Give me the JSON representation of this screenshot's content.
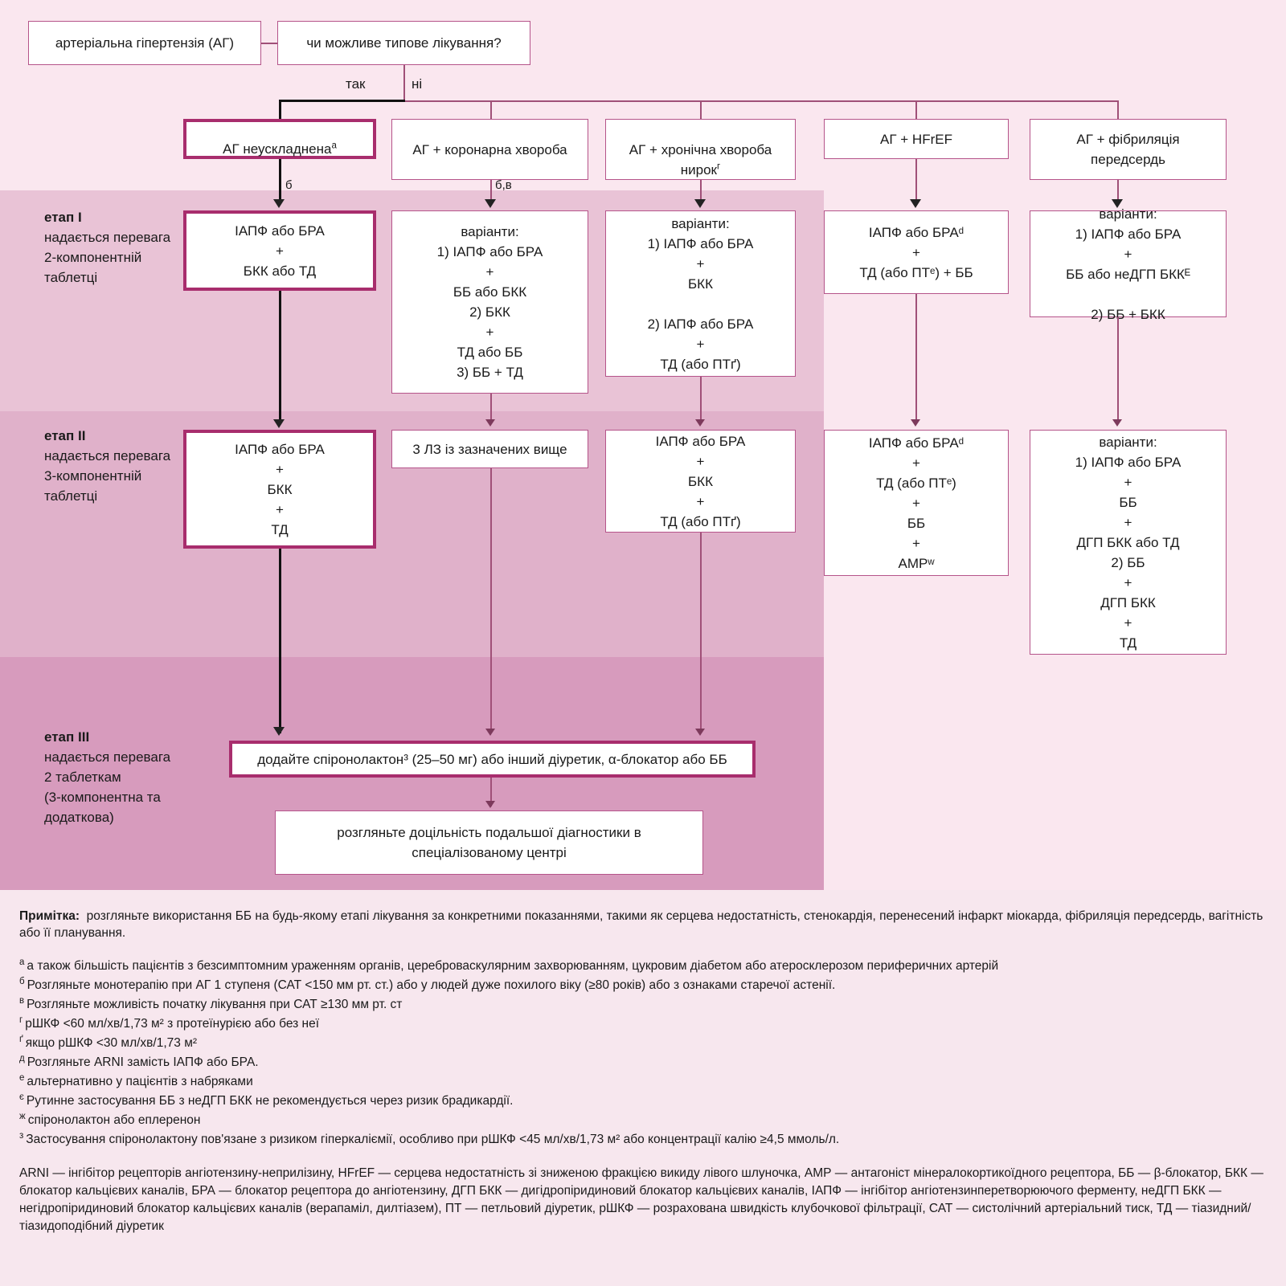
{
  "diagram": {
    "start": {
      "label": "артеріальна гіпертензія (АГ)"
    },
    "decision": {
      "label": "чи можливе типове лікування?"
    },
    "edges": {
      "yes": "так",
      "no": "ні"
    },
    "branch_notes": {
      "col1": "б",
      "col2": "б,в"
    },
    "columns": [
      {
        "title": "АГ неускладнена",
        "sup": "а",
        "highlight": true
      },
      {
        "title": "АГ + коронарна хвороба",
        "sup": "",
        "highlight": false
      },
      {
        "title": "АГ + хронічна хвороба нирок",
        "sup": "г",
        "highlight": false
      },
      {
        "title": "АГ + HFrEF",
        "sup": "",
        "highlight": false
      },
      {
        "title": "АГ + фібриляція передсердь",
        "sup": "",
        "highlight": false
      }
    ],
    "stages": [
      {
        "name": "етап I",
        "desc": "надається перевага\n2-компонентній\nтаблетці"
      },
      {
        "name": "етап II",
        "desc": "надається перевага\n3-компонентній\nтаблетці"
      },
      {
        "name": "етап III",
        "desc": "надається перевага\n2 таблеткам\n(3-компонентна та\nдодаткова)"
      }
    ],
    "stage1": [
      {
        "text": "ІАПФ або БРА\n+\nБКК або ТД",
        "highlight": true
      },
      {
        "text": "варіанти:\n1) ІАПФ або БРА\n+\nББ або БКК\n2) БКК\n+\nТД або ББ\n3) ББ + ТД",
        "highlight": false
      },
      {
        "text": "варіанти:\n1) ІАПФ або БРА\n+\nБКК\n\n2) ІАПФ або БРА\n+\nТД (або ПТґ)",
        "highlight": false
      },
      {
        "text": "ІАПФ або БРАᵈ\n+\nТД (або ПТᵉ) + ББ",
        "highlight": false
      },
      {
        "text": "варіанти:\n1) ІАПФ або БРА\n+\nББ або неДГП БККᴱ\n\n2) ББ + БКК",
        "highlight": false
      }
    ],
    "stage2": [
      {
        "text": "ІАПФ або БРА\n+\nБКК\n+\nТД",
        "highlight": true
      },
      {
        "text": "3 ЛЗ із зазначених вище",
        "highlight": false
      },
      {
        "text": "ІАПФ або БРА\n+\nБКК\n+\nТД (або ПТґ)",
        "highlight": false
      },
      {
        "text": "ІАПФ або БРАᵈ\n+\nТД (або ПТᵉ)\n+\nББ\n+\nАМРʷ",
        "highlight": false
      },
      {
        "text": "варіанти:\n1) ІАПФ або БРА\n+\nББ\n+\nДГП БКК або ТД\n2) ББ\n+\nДГП БКК\n+\nТД",
        "highlight": false
      }
    ],
    "stage3": {
      "main": "додайте спіронолактон³ (25–50 мг) або інший діуретик, α-блокатор або ББ",
      "final": "розгляньте доцільність подальшої діагностики в\nспеціалізованому центрі"
    }
  },
  "notes": {
    "main_label": "Примітка:",
    "main_text": "розгляньте використання ББ на будь-якому етапі лікування за конкретними показаннями, такими як серцева недостатність, стенокардія, перенесений інфаркт міокарда, фібриляція передсердь, вагітність або її планування.",
    "footnotes": [
      {
        "mark": "а",
        "text": "а також більшість пацієнтів з безсимптомним ураженням органів, цереброваскулярним захворюванням, цукровим діабетом або атеросклерозом периферичних артерій"
      },
      {
        "mark": "б",
        "text": "Розгляньте монотерапію при АГ 1 ступеня (САТ <150 мм рт. ст.) або у людей дуже похилого віку (≥80 років) або з ознаками старечої астенії."
      },
      {
        "mark": "в",
        "text": "Розгляньте можливість початку лікування при САТ ≥130 мм рт. ст"
      },
      {
        "mark": "г",
        "text": "рШКФ <60 мл/хв/1,73 м² з протеїнурією або без неї"
      },
      {
        "mark": "ґ",
        "text": "якщо рШКФ <30 мл/хв/1,73 м²"
      },
      {
        "mark": "д",
        "text": "Розгляньте ARNI замість ІАПФ або БРА."
      },
      {
        "mark": "е",
        "text": "альтернативно у пацієнтів з набряками"
      },
      {
        "mark": "є",
        "text": "Рутинне застосування ББ з неДГП БКК не рекомендується через ризик брадикардії."
      },
      {
        "mark": "ж",
        "text": "спіронолактон або еплеренон"
      },
      {
        "mark": "з",
        "text": "Застосування спіронолактону пов'язане з ризиком гіперкаліємії, особливо при рШКФ <45 мл/хв/1,73 м² або концентрації калію ≥4,5 ммоль/л."
      }
    ],
    "abbreviations": "ARNI — інгібітор рецепторів ангіотензину-неприлізину, HFrEF — серцева недостатність зі зниженою фракцією викиду лівого шлуночка, АМР — антагоніст мінералокортикоїдного рецептора, ББ — β-блокатор, БКК — блокатор кальцієвих каналів, БРА — блокатор рецептора до ангіотензину, ДГП БКК — дигідропіридиновий блокатор кальцієвих каналів, ІАПФ — інгібітор ангіотензинперетворюючого ферменту, неДГП БКК — негідропіридиновий блокатор кальцієвих каналів (верапаміл, дилтіазем), ПТ — петльовий діуретик, рШКФ — розрахована швидкість клубочкової фільтрації, САТ — систолічний артеріальний тиск, ТД — тіазидний/тіазидоподібний діуретик"
  },
  "colors": {
    "page_bg": "#f9e6ee",
    "band1": "#e9c3d6",
    "band2": "#e0b1ca",
    "band3": "#d79bbd",
    "box_border": "#b5548a",
    "box_border_strong": "#a82d6d",
    "box_bg": "#ffffff"
  }
}
